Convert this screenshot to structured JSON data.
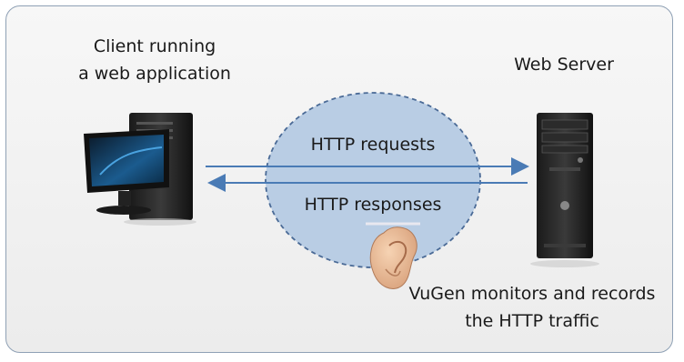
{
  "client_label": [
    "Client running",
    "a web application"
  ],
  "server_label": "Web Server",
  "request_label": "HTTP requests",
  "response_label": "HTTP responses",
  "vugen_label": [
    "VuGen monitors and records",
    "the HTTP traffic"
  ],
  "colors": {
    "frame_border": "#8fa1b5",
    "ellipse_fill": "#b9cde4",
    "ellipse_stroke": "#4a6a96",
    "arrow": "#4a7bb5"
  }
}
